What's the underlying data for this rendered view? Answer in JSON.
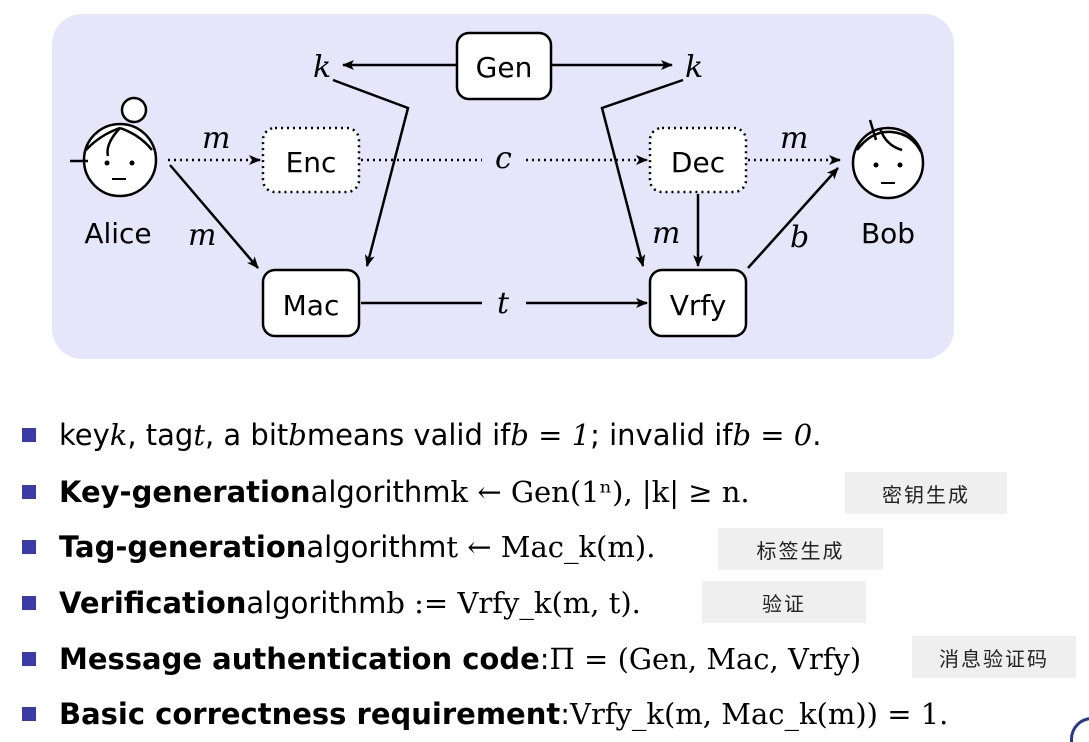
{
  "diagram": {
    "nodes": {
      "gen": "Gen",
      "enc": "Enc",
      "dec": "Dec",
      "mac": "Mac",
      "vrfy": "Vrfy"
    },
    "people": {
      "alice": "Alice",
      "bob": "Bob"
    },
    "labels": {
      "k_left": "k",
      "k_right": "k",
      "m_alice_enc": "m",
      "m_alice_mac": "m",
      "c": "c",
      "m_dec_bob": "m",
      "m_dec_vrfy": "m",
      "t": "t",
      "b": "b"
    }
  },
  "bullets": [
    {
      "parts": [
        "key ",
        "k",
        ", tag ",
        "t",
        ", a bit ",
        "b",
        " means valid if ",
        "b = 1",
        "; invalid if ",
        "b = 0",
        "."
      ]
    },
    {
      "bold": "Key-generation",
      "text": " algorithm ",
      "formula": "k ← Gen(1ⁿ), |k| ≥ n.",
      "note": "密钥生成"
    },
    {
      "bold": "Tag-generation",
      "text": " algorithm ",
      "formula": "t ← Mac_k(m).",
      "note": "标签生成"
    },
    {
      "bold": "Verification",
      "text": " algorithm ",
      "formula": "b := Vrfy_k(m, t).",
      "note": "验证"
    },
    {
      "bold": "Message authentication code",
      "text": ": ",
      "formula": "Π = (Gen, Mac, Vrfy)",
      "note": "消息验证码"
    },
    {
      "bold": "Basic correctness requirement",
      "text": ": ",
      "formula": "Vrfy_k(m, Mac_k(m)) = 1."
    }
  ],
  "colors": {
    "panel": "#e6e6fa",
    "bullet": "#3b3ba8",
    "note_bg": "#efefef"
  }
}
